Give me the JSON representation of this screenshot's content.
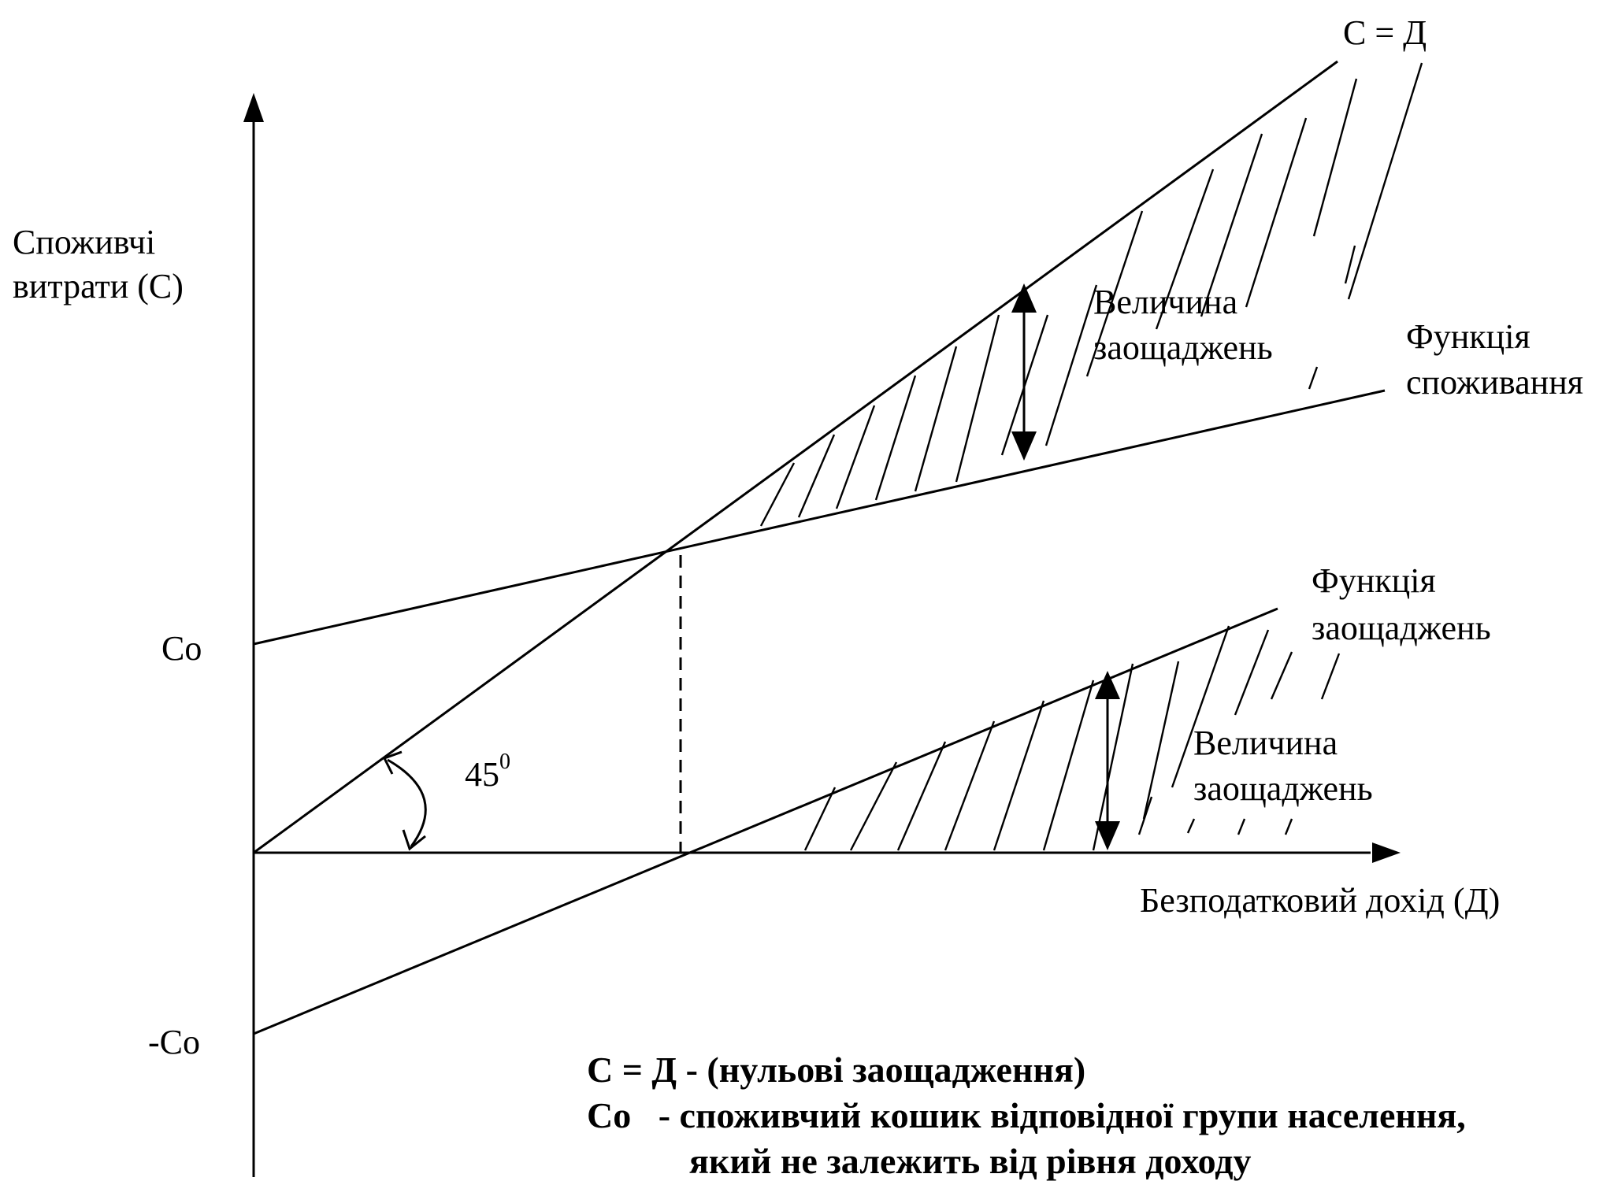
{
  "labels": {
    "y_axis_line1": "Споживчі",
    "y_axis_line2": "витрати (С)",
    "x_axis": "Безподатковий дохід (Д)",
    "c0": "Со",
    "neg_c0": "-Со",
    "line_45": "С = Д",
    "angle": "45",
    "angle_sup": "0",
    "consumption_fn_line1": "Функція",
    "consumption_fn_line2": "споживання",
    "savings_fn_line1": "Функція",
    "savings_fn_line2": "заощаджень",
    "upper_savings_line1": "Величина",
    "upper_savings_line2": "заощаджень",
    "lower_savings_line1": "Величина",
    "lower_savings_line2": "заощаджень"
  },
  "legend": {
    "line1_key": "С = Д",
    "line1_text": " - (нульові заощадження)",
    "line2_key": "Со",
    "line2_text": "   - споживчий кошик відповідної групи населення,",
    "line3_text": "який не залежить від рівня доходу"
  },
  "colors": {
    "ink": "#000000",
    "background": "#ffffff"
  }
}
